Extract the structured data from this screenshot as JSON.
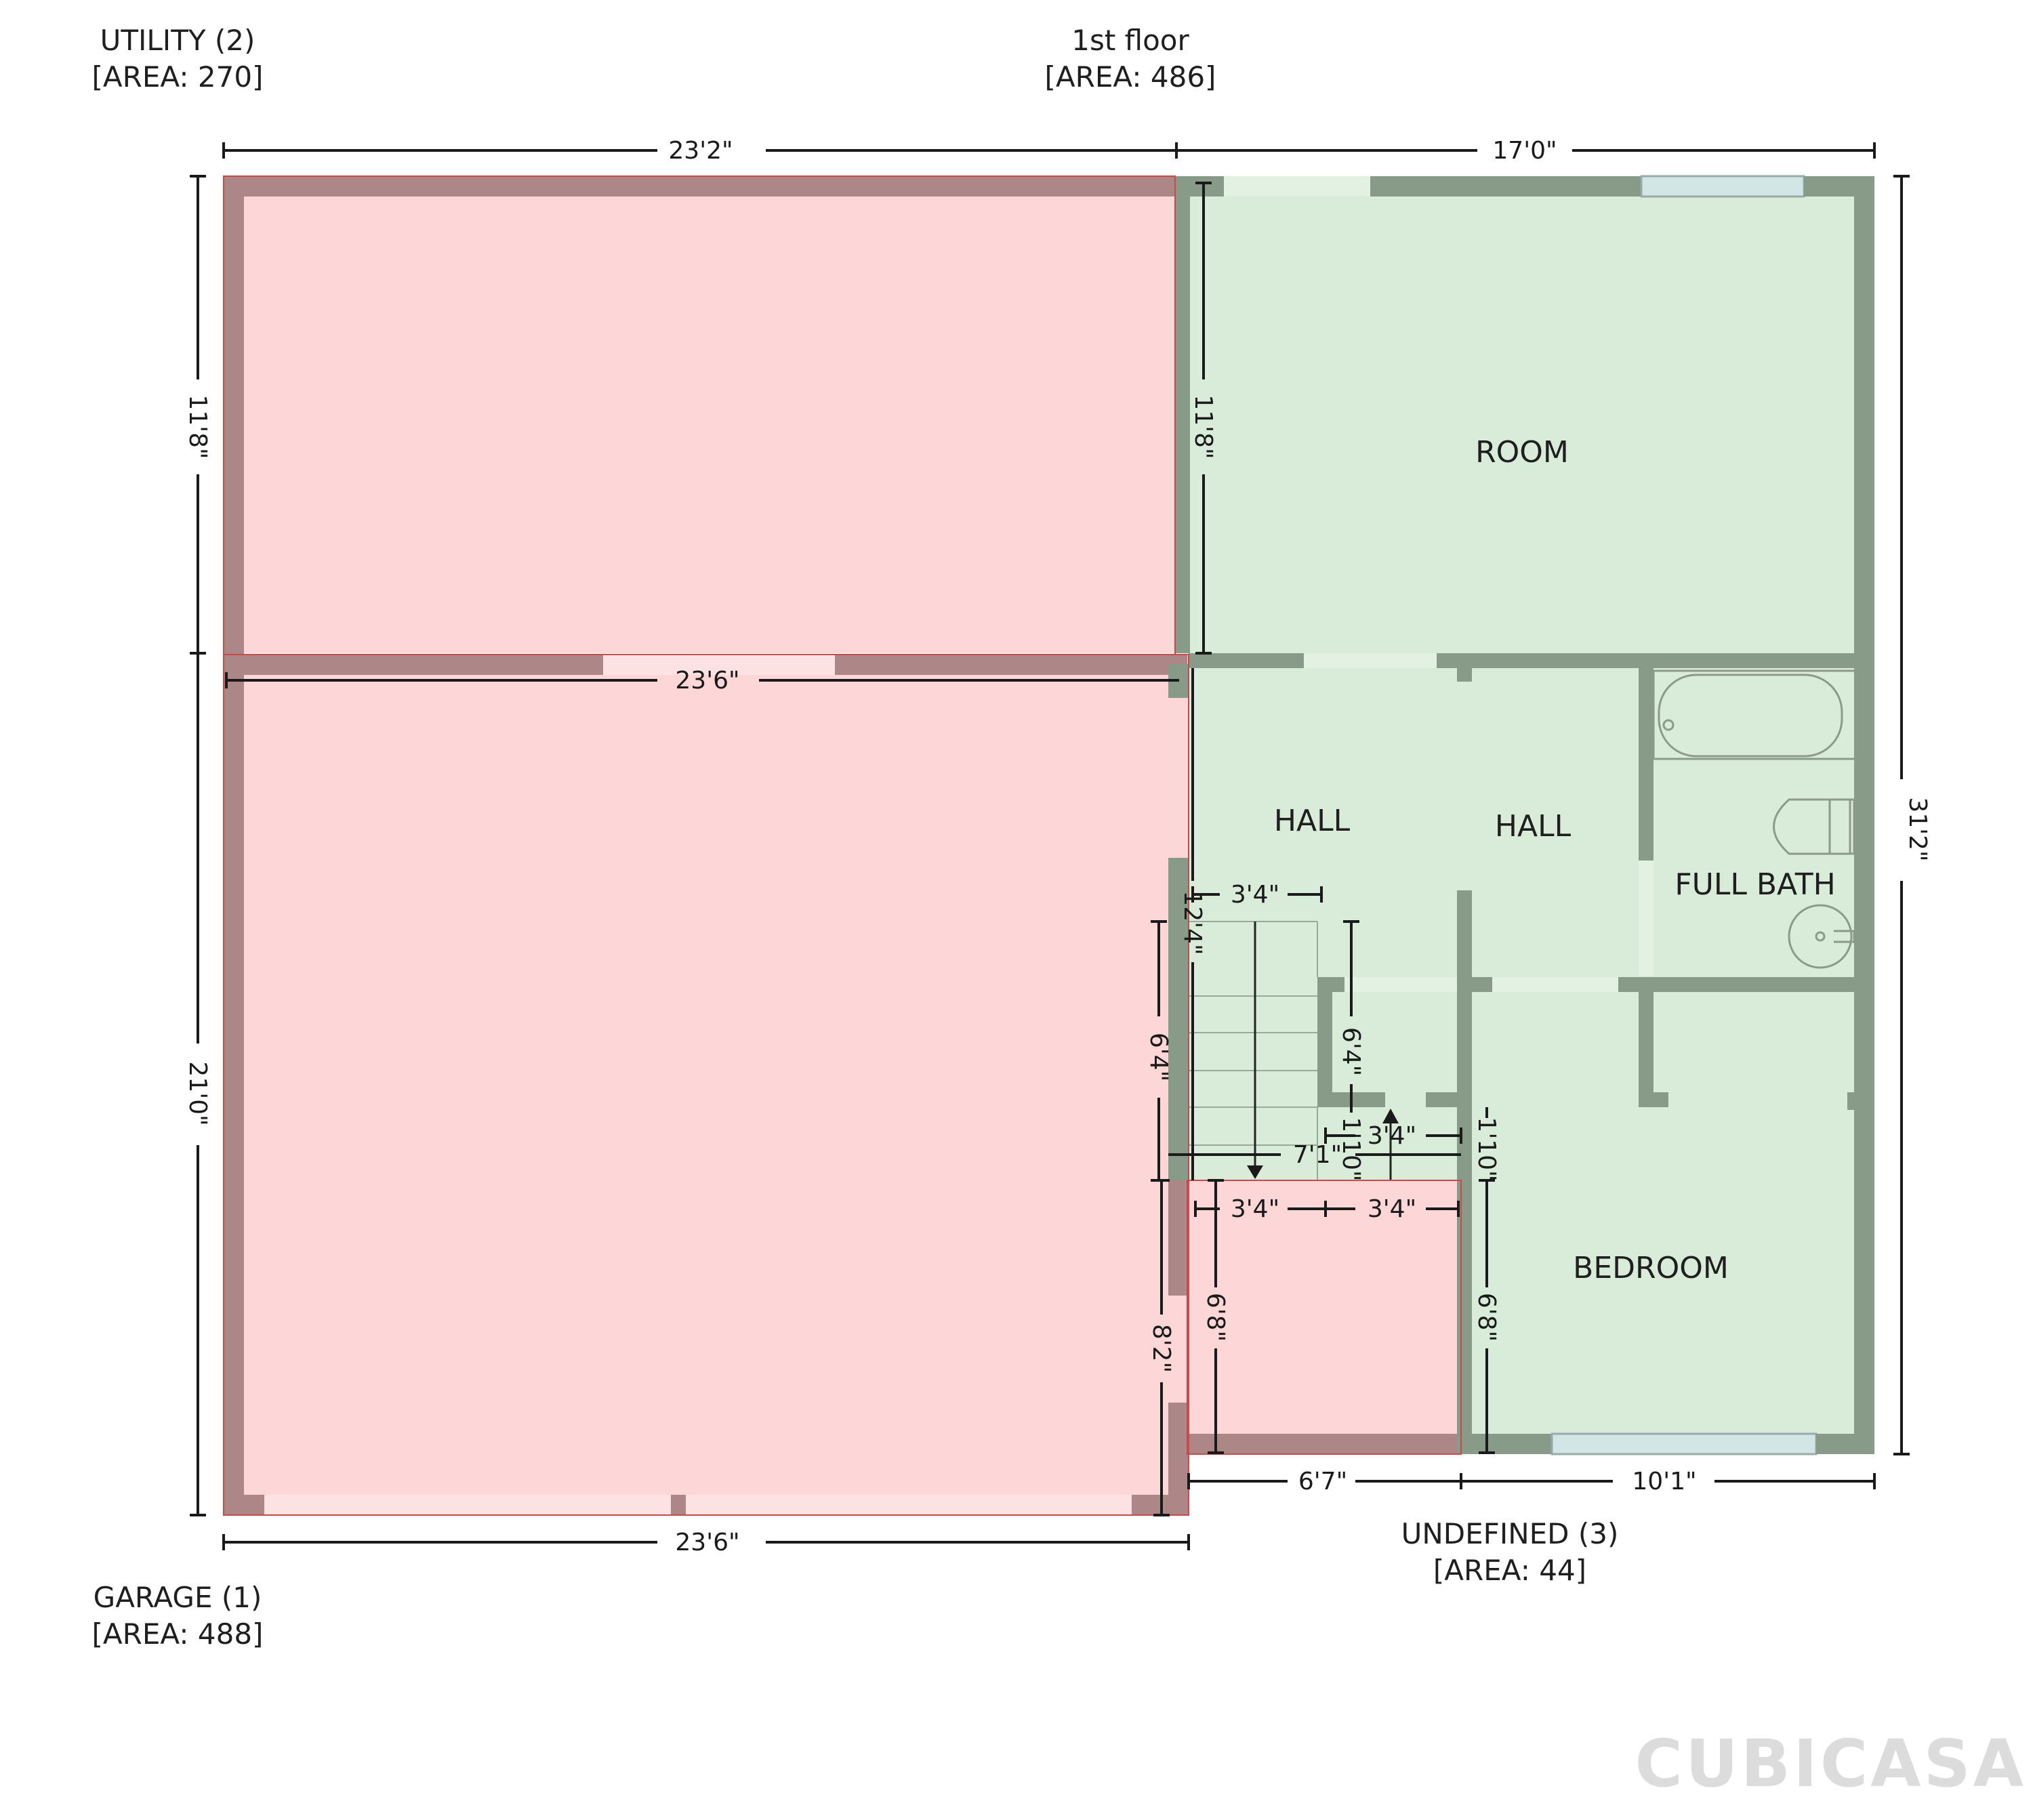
{
  "floor": {
    "title": "1st floor",
    "area": "[AREA: 486]"
  },
  "areas": {
    "utility": {
      "name": "UTILITY (2)",
      "area": "[AREA: 270]"
    },
    "garage": {
      "name": "GARAGE (1)",
      "area": "[AREA: 488]"
    },
    "undefined": {
      "name": "UNDEFINED (3)",
      "area": "[AREA: 44]"
    }
  },
  "rooms": {
    "room": "ROOM",
    "hall_left": "HALL",
    "hall_right": "HALL",
    "full_bath": "FULL BATH",
    "bedroom": "BEDROOM"
  },
  "dimensions": {
    "top_left": "23'2\"",
    "top_right": "17'0\"",
    "left_upper": "11'8\"",
    "left_lower": "21'0\"",
    "right_total": "31'2\"",
    "room_height": "11'8\"",
    "utility_bottom": "23'6\"",
    "garage_bottom": "23'6\"",
    "undefined_bottom": "6'7\"",
    "bedroom_bottom": "10'1\"",
    "stair_width": "3'4\"",
    "hall_height": "12'4\"",
    "stair_run": "6'4\"",
    "closet_height": "6'4\"",
    "landing_width": "3'4\"",
    "landing_depth": "1'10\"",
    "landing_right": "1'10\"",
    "hall_width": "7'1\"",
    "undef_left": "3'4\"",
    "undef_right": "3'4\"",
    "undef_height_left": "6'8\"",
    "undef_height_right": "6'8\"",
    "garage_step": "8'2\"",
    "garage_step_upper": "6'4\""
  },
  "colors": {
    "pink_fill": "#fdd7d8",
    "pink_wall": "#ad8787",
    "green_fill": "#d9ecd9",
    "green_wall": "#889a88",
    "window": "#d3e6e6"
  },
  "logo": "CUBICASA"
}
